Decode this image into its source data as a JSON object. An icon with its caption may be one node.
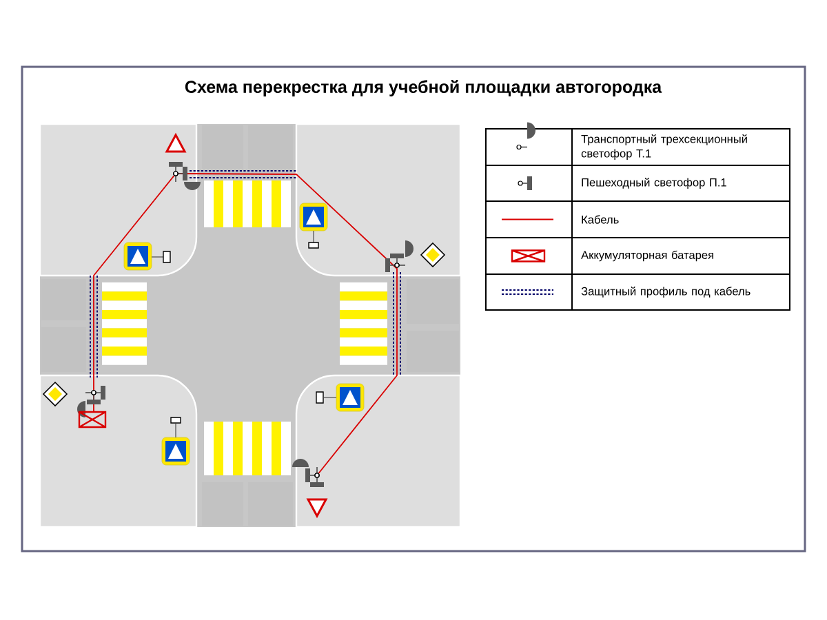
{
  "diagram": {
    "title": "Схема перекрестка для учебной площадки автогородка",
    "legend": [
      {
        "text": "Транспортный трехсекционный светофор Т.1"
      },
      {
        "text": "Пешеходный светофор П.1"
      },
      {
        "text": "Кабель"
      },
      {
        "text": "Аккумуляторная батарея"
      },
      {
        "text": "Защитный профиль под кабель"
      }
    ]
  }
}
